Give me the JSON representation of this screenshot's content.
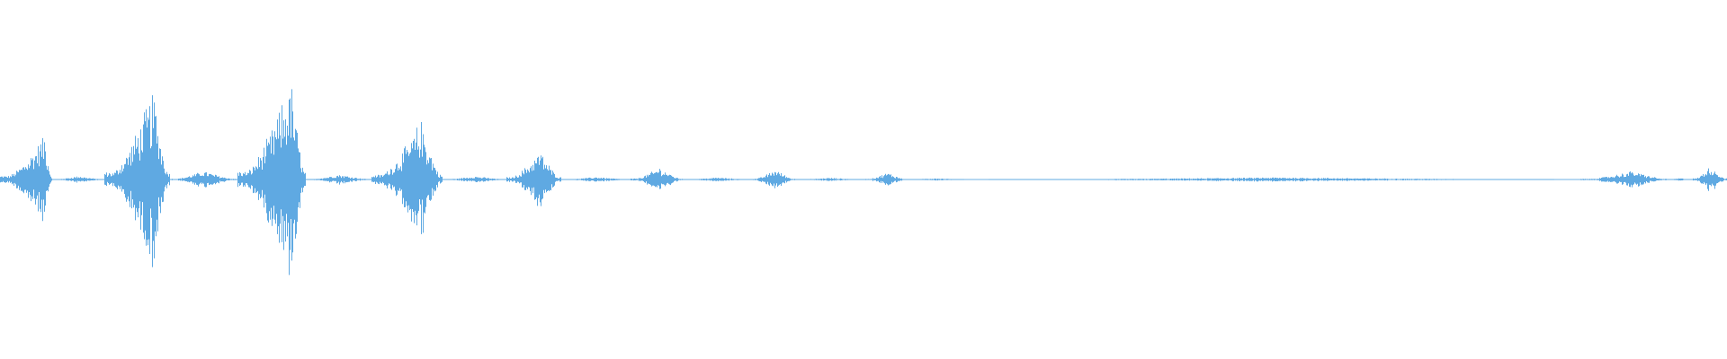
{
  "waveform": {
    "color": "#5fa9e2",
    "background": "#ffffff",
    "description_free": true,
    "segments": [
      {
        "start": 0.0,
        "end": 0.03,
        "amp": 0.26,
        "attack": 0.85
      },
      {
        "start": 0.03,
        "end": 0.06,
        "amp": 0.02,
        "attack": 0.5
      },
      {
        "start": 0.06,
        "end": 0.098,
        "amp": 0.52,
        "attack": 0.75
      },
      {
        "start": 0.098,
        "end": 0.137,
        "amp": 0.05,
        "attack": 0.5
      },
      {
        "start": 0.137,
        "end": 0.177,
        "amp": 0.57,
        "attack": 0.78
      },
      {
        "start": 0.177,
        "end": 0.215,
        "amp": 0.03,
        "attack": 0.5
      },
      {
        "start": 0.215,
        "end": 0.256,
        "amp": 0.34,
        "attack": 0.7
      },
      {
        "start": 0.256,
        "end": 0.293,
        "amp": 0.02,
        "attack": 0.5
      },
      {
        "start": 0.293,
        "end": 0.325,
        "amp": 0.17,
        "attack": 0.6
      },
      {
        "start": 0.325,
        "end": 0.365,
        "amp": 0.015,
        "attack": 0.5
      },
      {
        "start": 0.365,
        "end": 0.395,
        "amp": 0.07,
        "attack": 0.55
      },
      {
        "start": 0.395,
        "end": 0.435,
        "amp": 0.012,
        "attack": 0.5
      },
      {
        "start": 0.435,
        "end": 0.46,
        "amp": 0.06,
        "attack": 0.55
      },
      {
        "start": 0.46,
        "end": 0.5,
        "amp": 0.01,
        "attack": 0.5
      },
      {
        "start": 0.5,
        "end": 0.525,
        "amp": 0.04,
        "attack": 0.55
      },
      {
        "start": 0.525,
        "end": 0.558,
        "amp": 0.008,
        "attack": 0.5
      },
      {
        "start": 0.558,
        "end": 0.572,
        "amp": 0.0,
        "attack": 0.5
      },
      {
        "start": 0.572,
        "end": 0.9,
        "amp": 0.012,
        "attack": 0.5
      },
      {
        "start": 0.9,
        "end": 0.915,
        "amp": 0.0,
        "attack": 0.5
      },
      {
        "start": 0.915,
        "end": 0.965,
        "amp": 0.05,
        "attack": 0.6
      },
      {
        "start": 0.965,
        "end": 0.98,
        "amp": 0.008,
        "attack": 0.5
      },
      {
        "start": 0.98,
        "end": 1.0,
        "amp": 0.08,
        "attack": 0.5
      }
    ]
  }
}
